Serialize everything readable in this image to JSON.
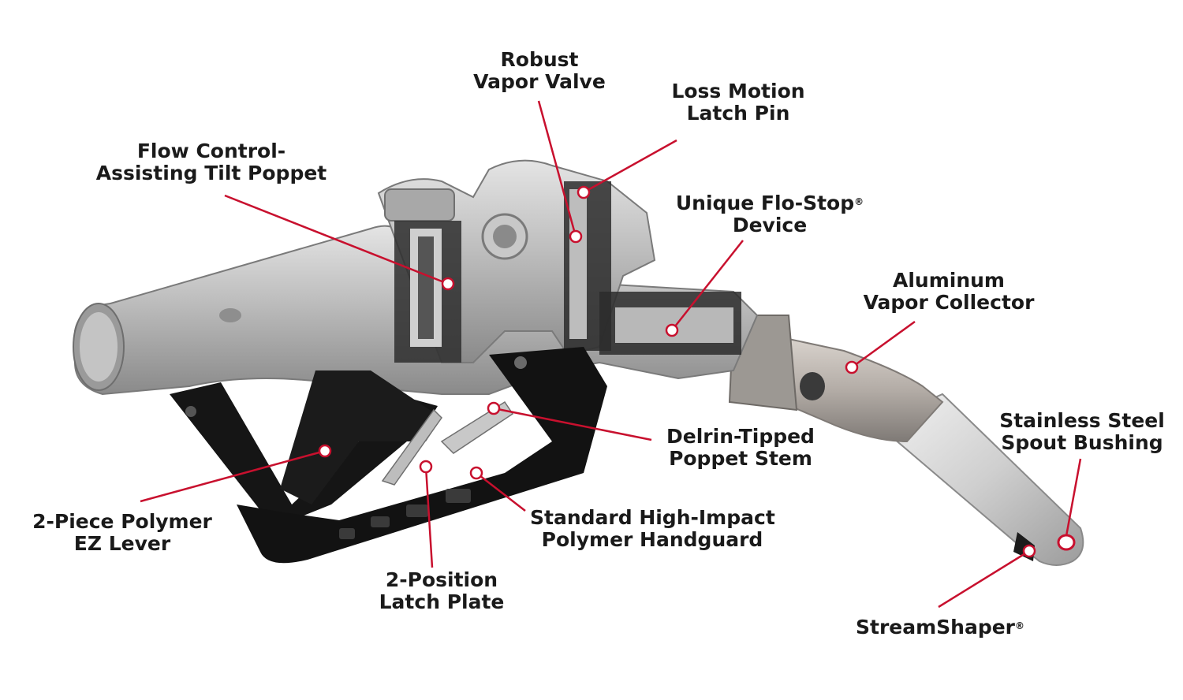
{
  "colors": {
    "leader": "#c8102e",
    "metal_light": "#d6d6d6",
    "metal_mid": "#a9a9a9",
    "metal_dark": "#6e6e6e",
    "polymer": "#141414",
    "text": "#1a1a1a"
  },
  "labels": {
    "robust_vapor_valve": {
      "line1": "Robust",
      "line2": "Vapor Valve"
    },
    "loss_motion_latch_pin": {
      "line1": "Loss Motion",
      "line2": "Latch Pin"
    },
    "flow_control_tilt_poppet": {
      "line1": "Flow Control-",
      "line2": "Assisting Tilt Poppet"
    },
    "flo_stop_device": {
      "line1": "Unique Flo-Stop",
      "mark": "®",
      "line2": "Device"
    },
    "aluminum_vapor_collector": {
      "line1": "Aluminum",
      "line2": "Vapor Collector"
    },
    "stainless_spout_bushing": {
      "line1": "Stainless Steel",
      "line2": "Spout Bushing"
    },
    "delrin_poppet_stem": {
      "line1": "Delrin-Tipped",
      "line2": "Poppet Stem"
    },
    "polymer_ez_lever": {
      "line1": "2-Piece Polymer",
      "line2": "EZ Lever"
    },
    "high_impact_handguard": {
      "line1": "Standard High-Impact",
      "line2": "Polymer Handguard"
    },
    "latch_plate": {
      "line1": "2-Position",
      "line2": "Latch Plate"
    },
    "streamshaper": {
      "line1": "StreamShaper",
      "mark": "®"
    }
  }
}
